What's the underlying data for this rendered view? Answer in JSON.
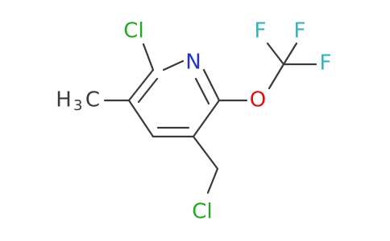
{
  "molecule": {
    "atoms": {
      "cl_ring": {
        "text": "Cl",
        "color": "#22aa22"
      },
      "n": {
        "text": "N",
        "color": "#2230cc"
      },
      "o": {
        "text": "O",
        "color": "#dd1111"
      },
      "f_top_left": {
        "text": "F",
        "color": "#33b4bb"
      },
      "f_top_right": {
        "text": "F",
        "color": "#33b4bb"
      },
      "f_right": {
        "text": "F",
        "color": "#33b4bb"
      },
      "methyl_h": {
        "text": "H",
        "color": "#3a3a3a"
      },
      "methyl_sub": {
        "text": "3",
        "color": "#3a3a3a"
      },
      "methyl_c": {
        "text": "C",
        "color": "#3a3a3a"
      },
      "cl_side": {
        "text": "Cl",
        "color": "#22aa22"
      }
    },
    "bond_color": "#3a3a3a"
  }
}
